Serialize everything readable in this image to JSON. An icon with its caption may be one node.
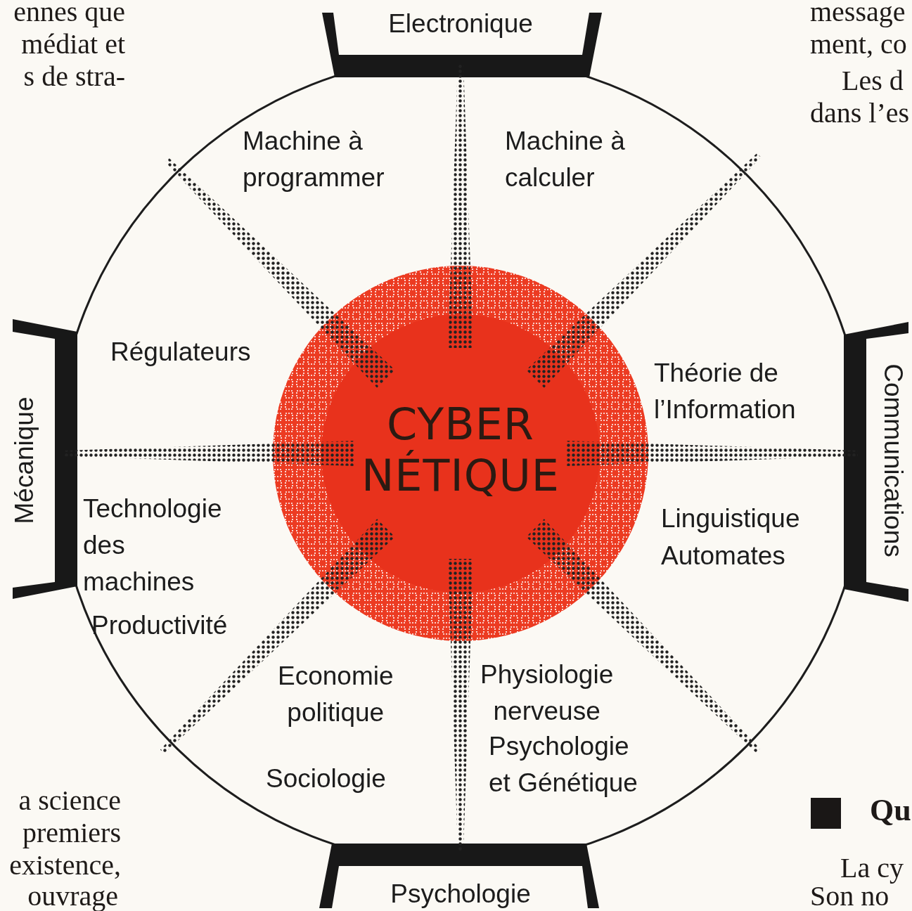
{
  "diagram": {
    "nodes": [
      {
        "text": [
          "CYBER NÉTIQUE"
        ]
      }
    ],
    "labels": [
      "ennes que",
      "médiat et",
      "s de stra-",
      "Electronique",
      "message",
      "ment, co",
      "Les d",
      "dans l’es",
      "Machine à programmer",
      "Machine à calculer",
      "Régulateurs",
      "Théorie de l’Information",
      "Mécanique",
      "Communications",
      "Technologie des machines",
      "Linguistique",
      "Automates",
      "Productivité",
      "Economie politique",
      "Physiologie nerveuse",
      "Psychologie et Génétique",
      "Sociologie",
      "a science",
      "premiers",
      "existence,",
      "Qu",
      "La cy",
      "ouvrage",
      "Son no",
      "Psychologie"
    ]
  }
}
